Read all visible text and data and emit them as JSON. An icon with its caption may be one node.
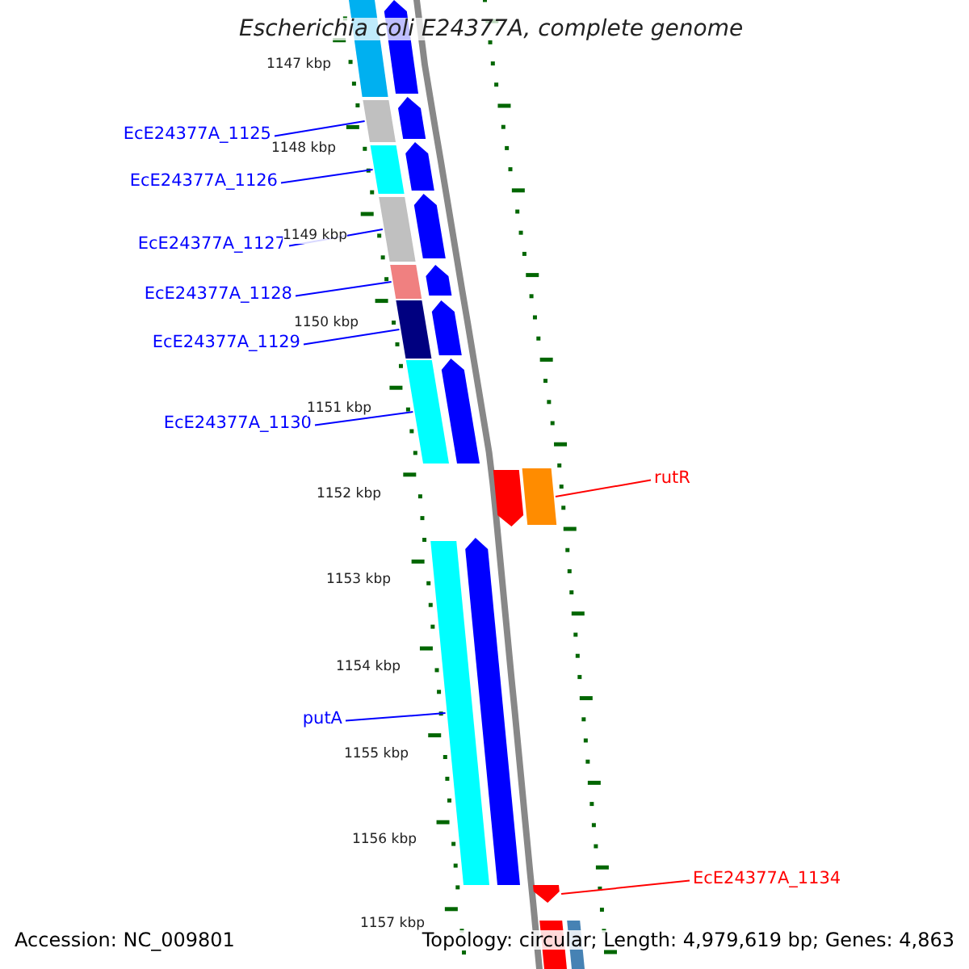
{
  "diagram": {
    "title": "Escherichia coli E24377A, complete genome",
    "nodes": [
      {
        "text": [
          "EcE24377A_1125"
        ]
      },
      {
        "text": [],
        "shape": "bar"
      },
      {
        "text": [
          "EcE24377A_1126"
        ]
      },
      {
        "text": [],
        "shape": "bar"
      },
      {
        "text": [
          "EcE24377A_1127"
        ]
      },
      {
        "text": [],
        "shape": "bar"
      },
      {
        "text": [
          "EcE24377A_1128"
        ]
      },
      {
        "text": [],
        "shape": "bar"
      },
      {
        "text": [
          "EcE24377A_1129"
        ]
      },
      {
        "text": [],
        "shape": "bar"
      },
      {
        "text": [
          "EcE24377A_1130"
        ]
      },
      {
        "text": [],
        "shape": "bar"
      },
      {
        "text": [
          "putA"
        ]
      },
      {
        "text": [],
        "shape": "bar"
      },
      {
        "text": [
          "rutR"
        ]
      },
      {
        "text": [],
        "shape": "bar"
      },
      {
        "text": [
          "EcE24377A_1134"
        ]
      },
      {
        "text": [],
        "shape": "arrow"
      },
      {
        "text": [],
        "shape": "bar"
      },
      {
        "text": [],
        "shape": "arrow"
      },
      {
        "text": [],
        "shape": "arrow"
      },
      {
        "text": [],
        "shape": "arrow"
      },
      {
        "text": [],
        "shape": "arrow"
      },
      {
        "text": [],
        "shape": "arrow"
      },
      {
        "text": [],
        "shape": "arrow"
      },
      {
        "text": [],
        "shape": "arrow"
      },
      {
        "text": [],
        "shape": "arrow"
      },
      {
        "text": [],
        "shape": "arrow"
      },
      {
        "text": [],
        "shape": "bar"
      },
      {
        "text": [],
        "shape": "bar"
      }
    ],
    "edges": [
      {
        "from": 0,
        "to": 1,
        "arrow": "none"
      },
      {
        "from": 2,
        "to": 3,
        "arrow": "none"
      },
      {
        "from": 4,
        "to": 5,
        "arrow": "none"
      },
      {
        "from": 6,
        "to": 7,
        "arrow": "none"
      },
      {
        "from": 8,
        "to": 9,
        "arrow": "none"
      },
      {
        "from": 10,
        "to": 11,
        "arrow": "none"
      },
      {
        "from": 12,
        "to": 13,
        "arrow": "none"
      },
      {
        "from": 14,
        "to": 15,
        "arrow": "none",
        "color": "#ff0000"
      },
      {
        "from": 16,
        "to": 17,
        "arrow": "none",
        "color": "#ff0000"
      }
    ],
    "labels": [
      "1147 kbp",
      "1148 kbp",
      "1149 kbp",
      "1150 kbp",
      "1151 kbp",
      "1152 kbp",
      "1153 kbp",
      "1154 kbp",
      "1155 kbp",
      "1156 kbp",
      "1157 kbp",
      "Accession: NC_009801",
      "Topology: circular; Length: 4,979,619 bp; Genes: 4,863"
    ]
  }
}
